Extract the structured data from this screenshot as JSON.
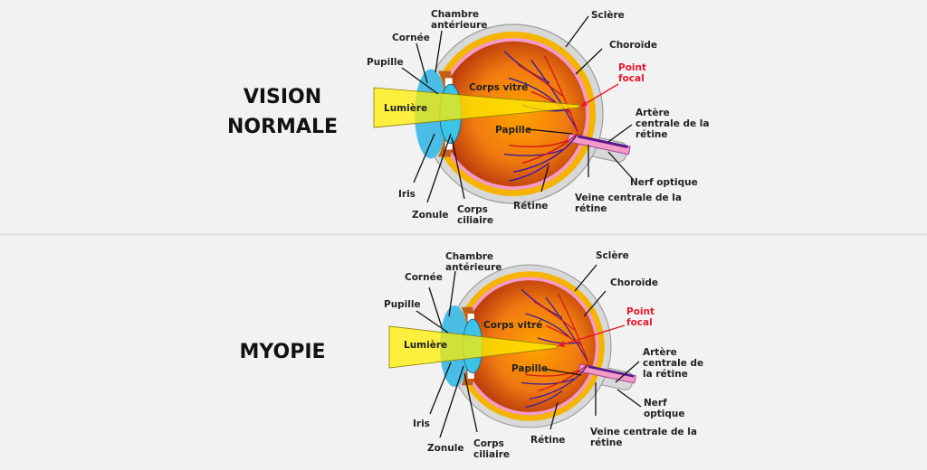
{
  "panels": [
    {
      "title_lines": [
        "VISION",
        "NORMALE"
      ],
      "labels": {
        "chambre": [
          "Chambre",
          "antérieure"
        ],
        "cornee": "Cornée",
        "pupille": "Pupille",
        "lumiere": "Lumière",
        "corps_vitre": "Corps vitré",
        "papille": "Papille",
        "iris": "Iris",
        "zonule": "Zonule",
        "corps_ciliaire": [
          "Corps",
          "ciliaire"
        ],
        "retine": "Rétine",
        "sclere": "Sclère",
        "choroide": "Choroïde",
        "point_focal": [
          "Point",
          "focal"
        ],
        "artere": [
          "Artère",
          "centrale de la",
          "rétine"
        ],
        "nerf": [
          "Nerf optique"
        ],
        "veine": [
          "Veine centrale de la",
          "rétine"
        ]
      }
    },
    {
      "title_lines": [
        "MYOPIE"
      ],
      "labels": {
        "chambre": [
          "Chambre",
          "antérieure"
        ],
        "cornee": "Cornée",
        "pupille": "Pupille",
        "lumiere": "Lumière",
        "corps_vitre": "Corps vitré",
        "papille": "Papille",
        "iris": "Iris",
        "zonule": "Zonule",
        "corps_ciliaire": [
          "Corps",
          "ciliaire"
        ],
        "retine": "Rétine",
        "sclere": "Sclère",
        "choroide": "Choroïde",
        "point_focal": [
          "Point",
          "focal"
        ],
        "artere": [
          "Artère",
          "centrale de",
          "la rétine"
        ],
        "nerf": [
          "Nerf",
          "optique"
        ],
        "veine": [
          "Veine centrale de la",
          "rétine"
        ]
      }
    }
  ],
  "colors": {
    "focal": "#e8192c",
    "light": "#ffee00",
    "sclera": "#d8d8d8",
    "choroid": "#f5b400",
    "retina": "#f49ac8",
    "lens": "#3cc4e8"
  }
}
